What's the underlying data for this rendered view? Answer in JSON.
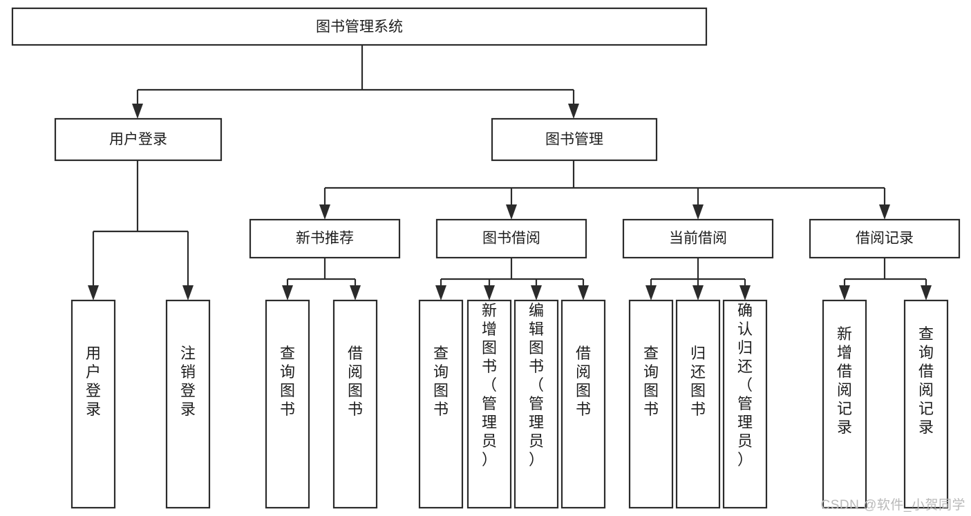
{
  "diagram": {
    "type": "tree-hierarchy",
    "title": "图书管理系统",
    "watermark": "CSDN @软件_小贺同学",
    "colors": {
      "stroke": "#2b2b2b",
      "fill": "#ffffff",
      "text": "#1d1d1d",
      "watermark": "#b9b9b9"
    },
    "root": {
      "label": "图书管理系统",
      "orientation": "horizontal"
    },
    "level2": [
      {
        "label": "用户登录",
        "orientation": "horizontal"
      },
      {
        "label": "图书管理",
        "orientation": "horizontal"
      }
    ],
    "level3": [
      {
        "label": "新书推荐",
        "orientation": "horizontal",
        "parent": "图书管理"
      },
      {
        "label": "图书借阅",
        "orientation": "horizontal",
        "parent": "图书管理"
      },
      {
        "label": "当前借阅",
        "orientation": "horizontal",
        "parent": "图书管理"
      },
      {
        "label": "借阅记录",
        "orientation": "horizontal",
        "parent": "图书管理"
      }
    ],
    "leaves": {
      "用户登录": [
        {
          "label": "用户登录",
          "orientation": "vertical"
        },
        {
          "label": "注销登录",
          "orientation": "vertical"
        }
      ],
      "新书推荐": [
        {
          "label": "查询图书",
          "orientation": "vertical"
        },
        {
          "label": "借阅图书",
          "orientation": "vertical"
        }
      ],
      "图书借阅": [
        {
          "label": "查询图书",
          "orientation": "vertical"
        },
        {
          "label": "新增图书（管理员）",
          "orientation": "vertical"
        },
        {
          "label": "编辑图书（管理员）",
          "orientation": "vertical"
        },
        {
          "label": "借阅图书",
          "orientation": "vertical"
        }
      ],
      "当前借阅": [
        {
          "label": "查询图书",
          "orientation": "vertical"
        },
        {
          "label": "归还图书",
          "orientation": "vertical"
        },
        {
          "label": "确认归还（管理员）",
          "orientation": "vertical"
        }
      ],
      "借阅记录": [
        {
          "label": "新增借阅记录",
          "orientation": "vertical"
        },
        {
          "label": "查询借阅记录",
          "orientation": "vertical"
        }
      ]
    }
  }
}
